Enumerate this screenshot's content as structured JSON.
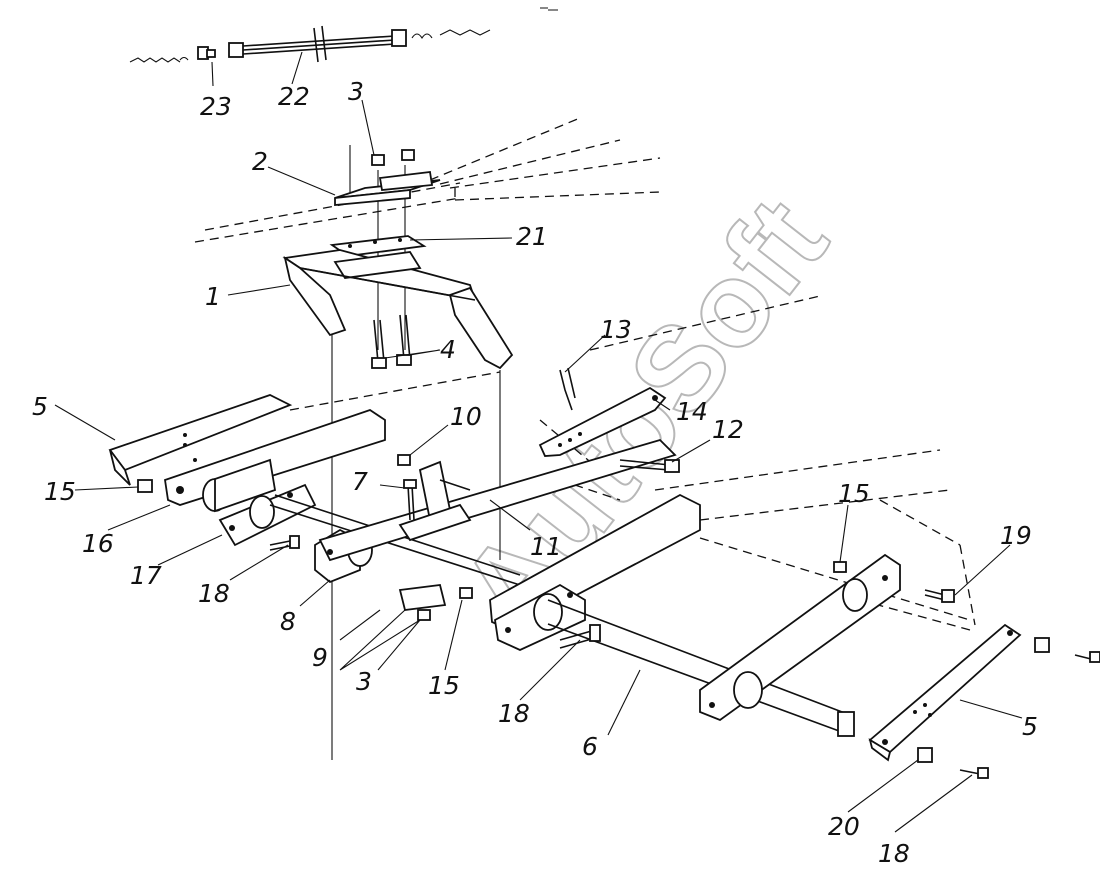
{
  "diagram": {
    "watermark": "AutoSoft",
    "callouts": [
      {
        "id": "c1",
        "label": "1"
      },
      {
        "id": "c2",
        "label": "2"
      },
      {
        "id": "c3a",
        "label": "3"
      },
      {
        "id": "c3b",
        "label": "3"
      },
      {
        "id": "c4",
        "label": "4"
      },
      {
        "id": "c5a",
        "label": "5"
      },
      {
        "id": "c5b",
        "label": "5"
      },
      {
        "id": "c6",
        "label": "6"
      },
      {
        "id": "c7",
        "label": "7"
      },
      {
        "id": "c8",
        "label": "8"
      },
      {
        "id": "c9",
        "label": "9"
      },
      {
        "id": "c10",
        "label": "10"
      },
      {
        "id": "c11",
        "label": "11"
      },
      {
        "id": "c12",
        "label": "12"
      },
      {
        "id": "c13",
        "label": "13"
      },
      {
        "id": "c14",
        "label": "14"
      },
      {
        "id": "c15a",
        "label": "15"
      },
      {
        "id": "c15b",
        "label": "15"
      },
      {
        "id": "c15c",
        "label": "15"
      },
      {
        "id": "c16",
        "label": "16"
      },
      {
        "id": "c17",
        "label": "17"
      },
      {
        "id": "c18a",
        "label": "18"
      },
      {
        "id": "c18b",
        "label": "18"
      },
      {
        "id": "c18c",
        "label": "18"
      },
      {
        "id": "c19",
        "label": "19"
      },
      {
        "id": "c20",
        "label": "20"
      },
      {
        "id": "c21",
        "label": "21"
      },
      {
        "id": "c22",
        "label": "22"
      },
      {
        "id": "c23",
        "label": "23"
      }
    ]
  }
}
